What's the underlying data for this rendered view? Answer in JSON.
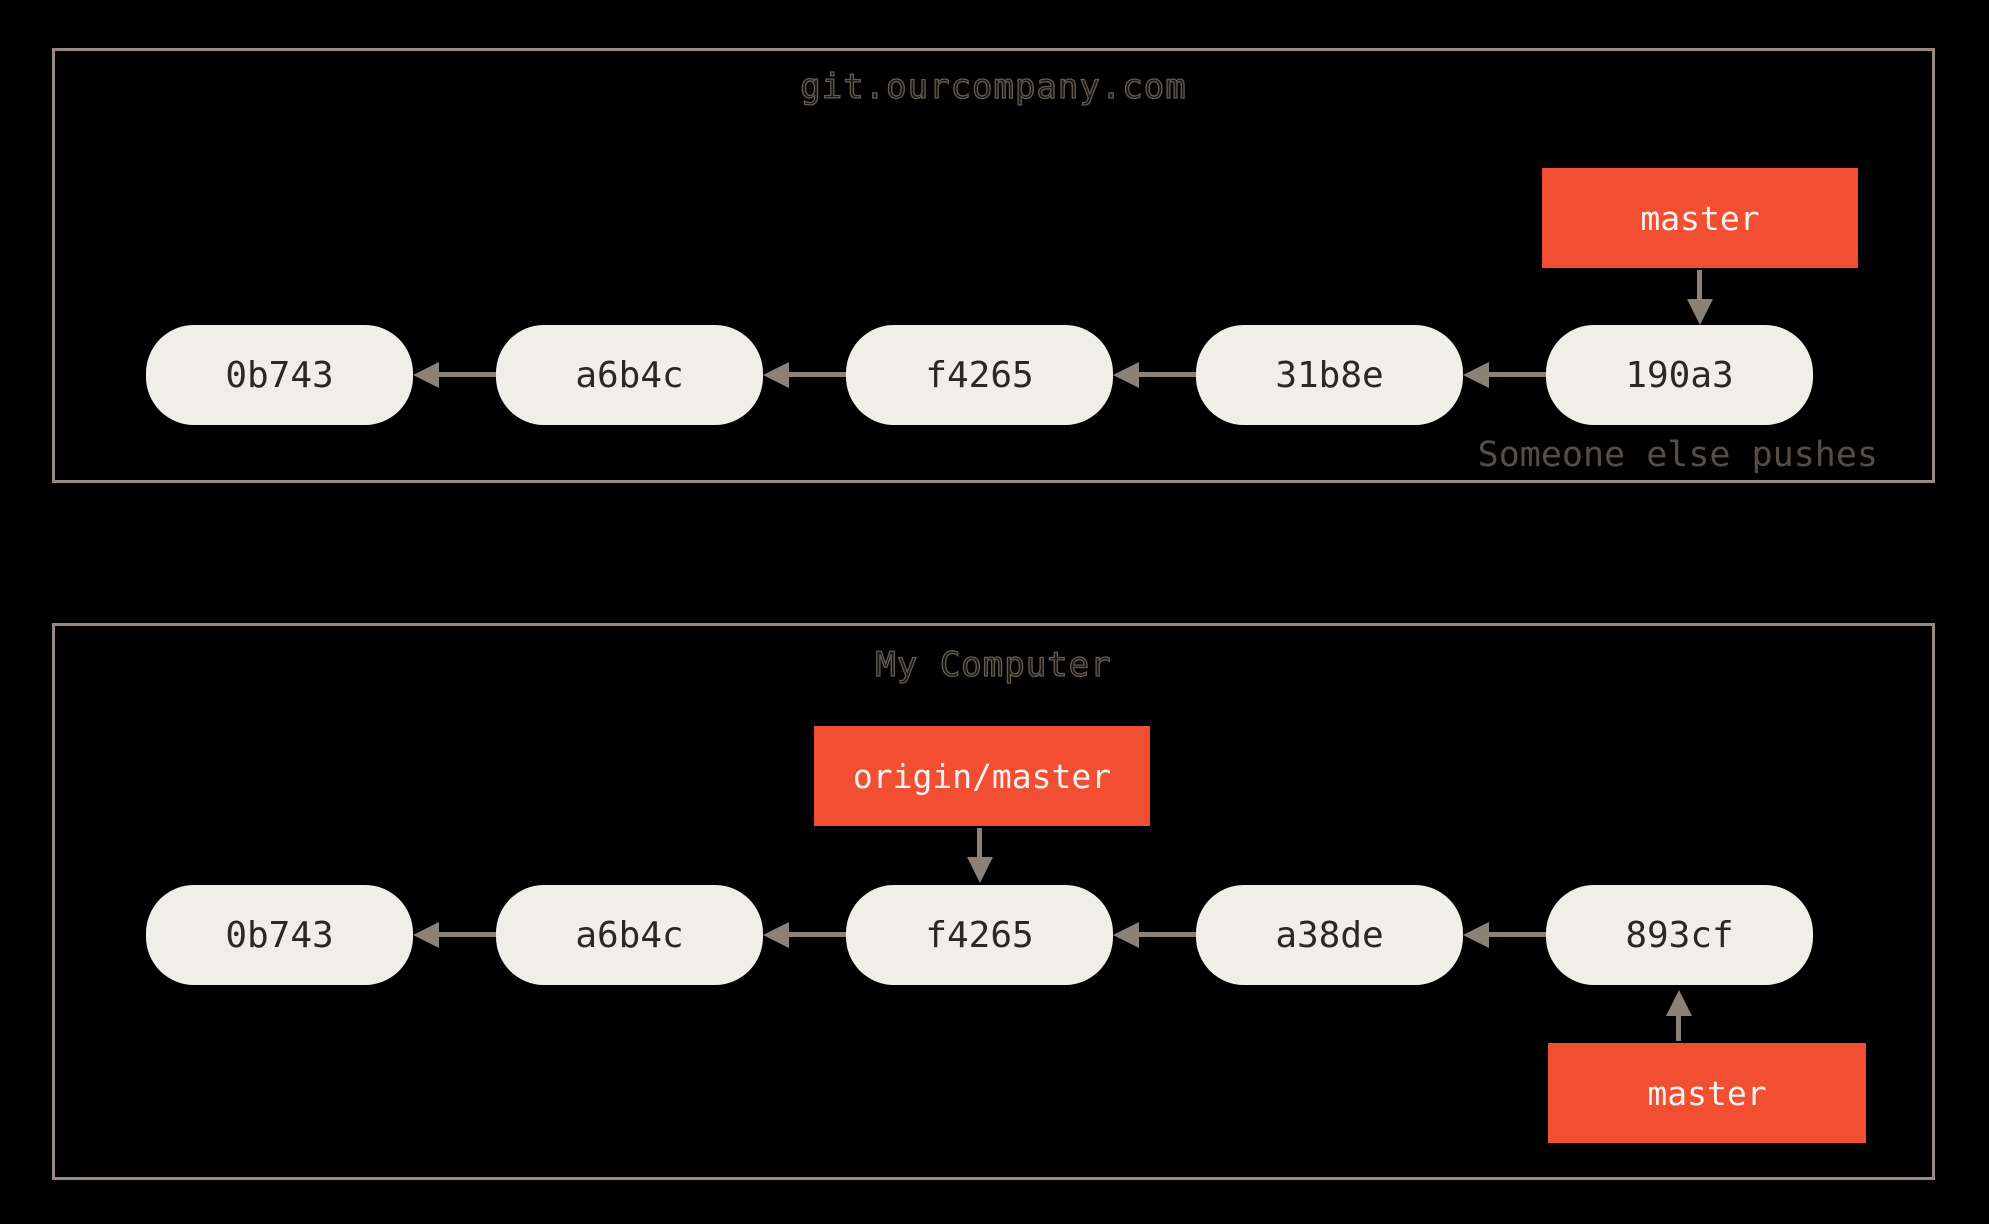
{
  "remote_panel": {
    "title": "git.ourcompany.com",
    "branch_label": "master",
    "caption": "Someone else pushes",
    "commits": [
      "0b743",
      "a6b4c",
      "f4265",
      "31b8e",
      "190a3"
    ]
  },
  "local_panel": {
    "title": "My Computer",
    "remote_tracking_label": "origin/master",
    "branch_label": "master",
    "commits": [
      "0b743",
      "a6b4c",
      "f4265",
      "a38de",
      "893cf"
    ]
  },
  "colors": {
    "background": "#000000",
    "panel_border": "#968a7f",
    "commit_fill": "#f0efe7",
    "commit_text": "#2a2822",
    "branch_label_fill": "#f14e32",
    "branch_label_text": "#f6f2ef",
    "arrow": "#8c8177",
    "title_text": "#645d55",
    "caption_text": "#564d44"
  }
}
